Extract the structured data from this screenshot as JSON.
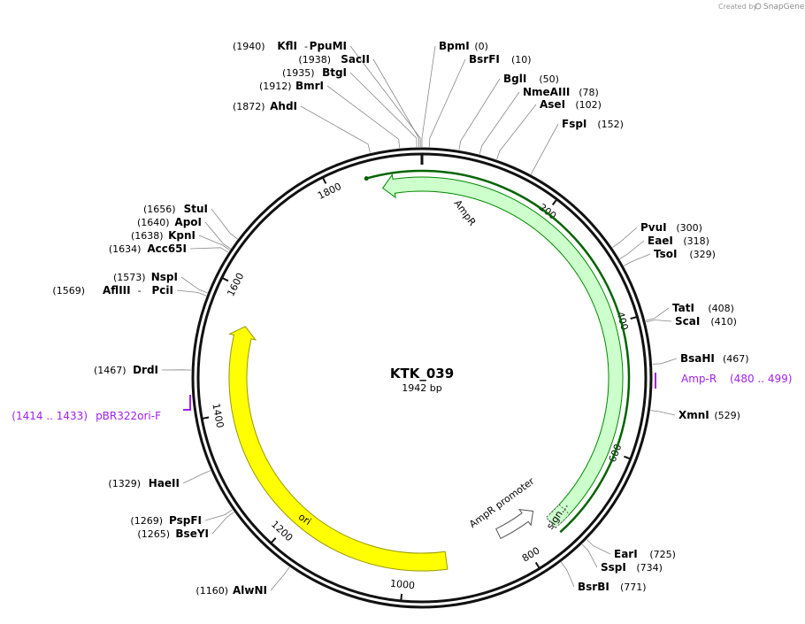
{
  "credit": {
    "prefix": "Created by",
    "brand": "SnapGene"
  },
  "plasmid": {
    "name": "KTK_039",
    "length_label": "1942 bp",
    "length": 1942
  },
  "ticks": [
    "200",
    "400",
    "600",
    "800",
    "1000",
    "1200",
    "1400",
    "1600",
    "1800"
  ],
  "features": [
    {
      "id": "ampr",
      "label": "AmpR",
      "color": "#ccffcc",
      "stroke": "#008800"
    },
    {
      "id": "ori",
      "label": "ori",
      "color": "#ffff00",
      "stroke": "#999900"
    },
    {
      "id": "ampr_promoter",
      "label": "AmpR promoter",
      "color": "#ffffff",
      "stroke": "#555555"
    },
    {
      "id": "sig",
      "label": "sign…",
      "color": "#ccffcc",
      "stroke": "#555555"
    }
  ],
  "sites": [
    {
      "name": "KflI",
      "name2": "PpuMI",
      "sep": "-",
      "pos": "(1940)"
    },
    {
      "name": "SacII",
      "pos": "(1938)"
    },
    {
      "name": "BtgI",
      "pos": "(1935)"
    },
    {
      "name": "BmrI",
      "pos": "(1912)"
    },
    {
      "name": "AhdI",
      "pos": "(1872)"
    },
    {
      "name": "BpmI",
      "pos": "(0)"
    },
    {
      "name": "BsrFI",
      "pos": "(10)"
    },
    {
      "name": "BglI",
      "pos": "(50)"
    },
    {
      "name": "NmeAIII",
      "pos": "(78)"
    },
    {
      "name": "AseI",
      "pos": "(102)"
    },
    {
      "name": "FspI",
      "pos": "(152)"
    },
    {
      "name": "PvuI",
      "pos": "(300)"
    },
    {
      "name": "EaeI",
      "pos": "(318)"
    },
    {
      "name": "TsoI",
      "pos": "(329)"
    },
    {
      "name": "TatI",
      "pos": "(408)"
    },
    {
      "name": "ScaI",
      "pos": "(410)"
    },
    {
      "name": "BsaHI",
      "pos": "(467)"
    },
    {
      "name": "XmnI",
      "pos": "(529)"
    },
    {
      "name": "EarI",
      "pos": "(725)"
    },
    {
      "name": "SspI",
      "pos": "(734)"
    },
    {
      "name": "BsrBI",
      "pos": "(771)"
    },
    {
      "name": "AlwNI",
      "pos": "(1160)"
    },
    {
      "name": "BseYI",
      "pos": "(1265)"
    },
    {
      "name": "PspFI",
      "pos": "(1269)"
    },
    {
      "name": "HaeII",
      "pos": "(1329)"
    },
    {
      "name": "DrdI",
      "pos": "(1467)"
    },
    {
      "name": "AflIII",
      "name2": "PciI",
      "sep": "-",
      "pos": "(1569)"
    },
    {
      "name": "NspI",
      "pos": "(1573)"
    },
    {
      "name": "Acc65I",
      "pos": "(1634)"
    },
    {
      "name": "KpnI",
      "pos": "(1638)"
    },
    {
      "name": "ApoI",
      "pos": "(1640)"
    },
    {
      "name": "StuI",
      "pos": "(1656)"
    }
  ],
  "primers": [
    {
      "name": "Amp-R",
      "pos": "(480 .. 499)",
      "color": "#a020f0"
    },
    {
      "name": "pBR322ori-F",
      "pos": "(1414 .. 1433)",
      "color": "#a020f0"
    }
  ]
}
